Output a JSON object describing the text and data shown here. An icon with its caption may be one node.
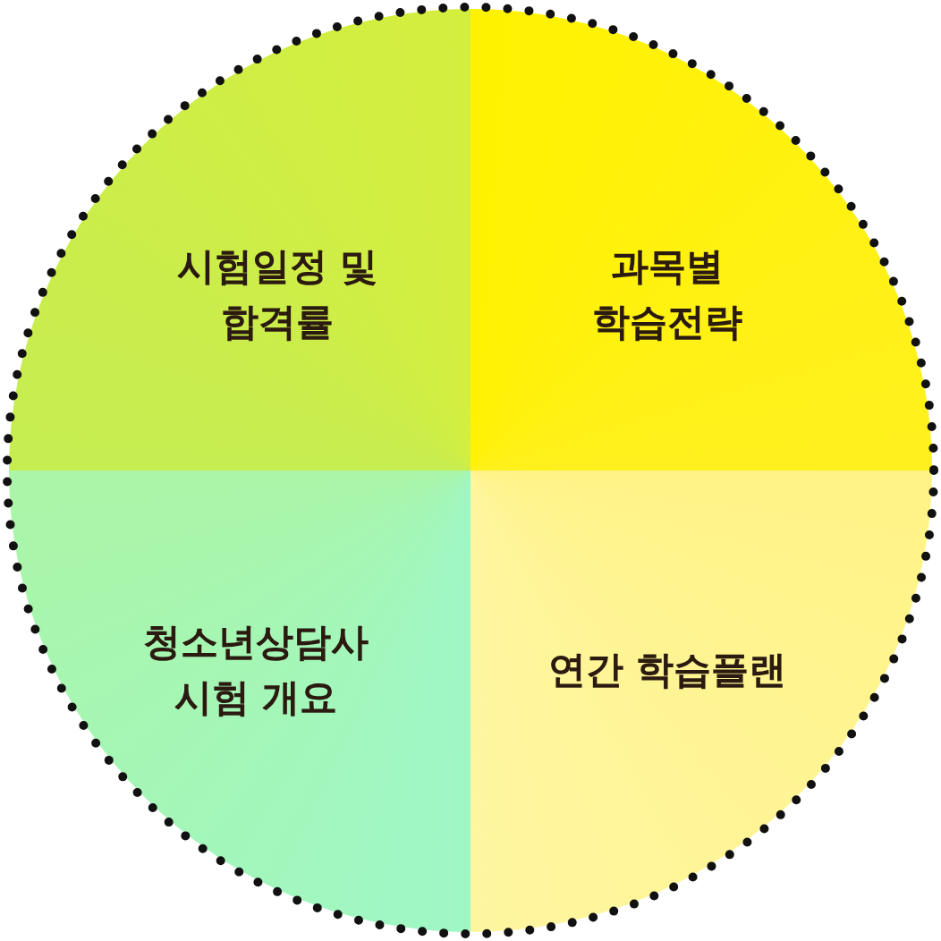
{
  "diagram": {
    "nodes": [
      {
        "text": [
          "시험일정 및 합격률"
        ]
      },
      {
        "text": [
          "과목별 학습전략"
        ]
      },
      {
        "text": [
          "청소년상담사 시험 개요"
        ]
      },
      {
        "text": [
          "연간 학습플랜"
        ]
      }
    ]
  }
}
